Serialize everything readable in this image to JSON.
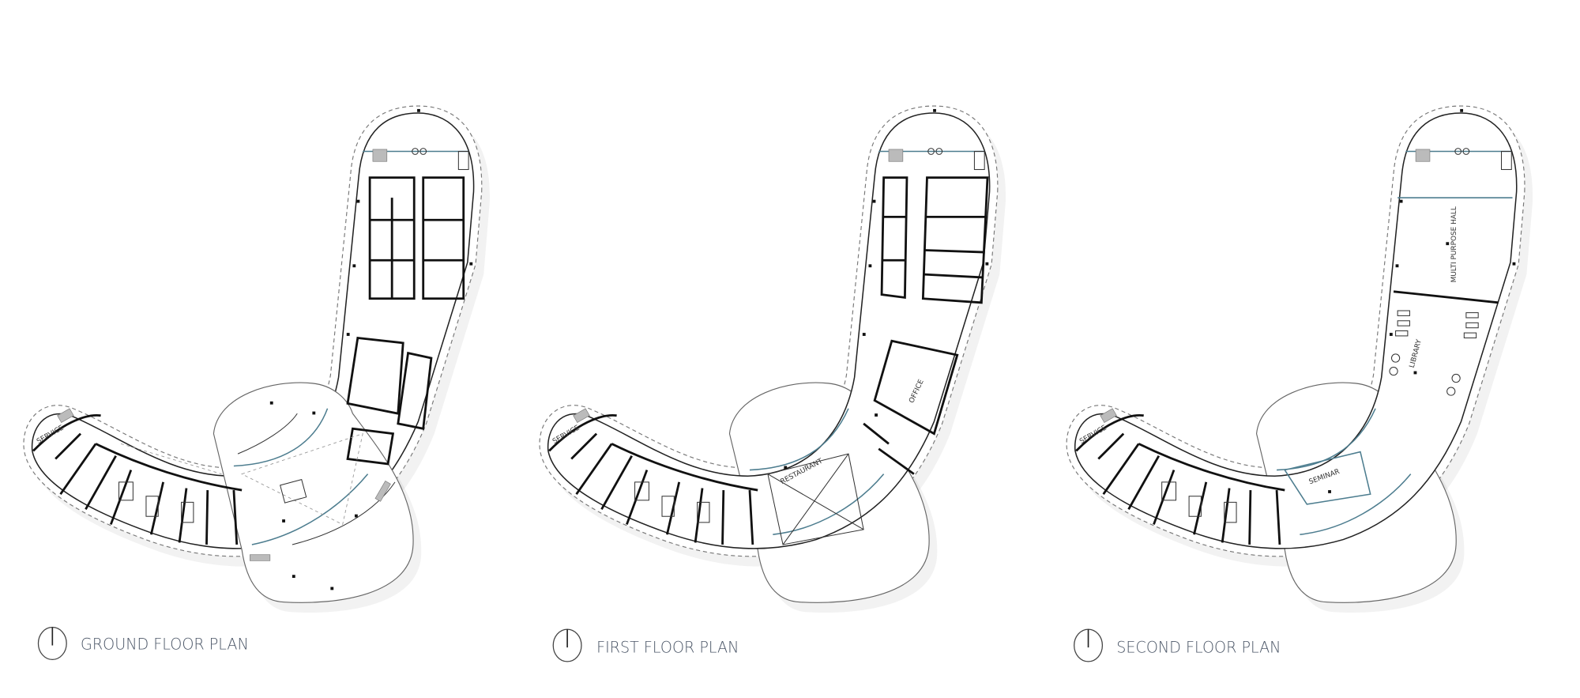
{
  "plans": [
    {
      "title": "GROUND FLOOR PLAN",
      "rooms": {
        "service": "SERVICE"
      }
    },
    {
      "title": "FIRST FLOOR PLAN",
      "rooms": {
        "service": "SERVICE",
        "restaurant": "RESTAURANT",
        "office": "OFFICE"
      }
    },
    {
      "title": "SECOND FLOOR PLAN",
      "rooms": {
        "service": "SERVICE",
        "seminar": "SEMINAR",
        "library": "LIBRARY",
        "hall": "MULTI PURPOSE HALL"
      }
    }
  ],
  "colors": {
    "glazing": "#4d7d8f",
    "title": "#4a5566",
    "walls": "#111111"
  },
  "icons": {
    "north": "north-arrow-icon"
  }
}
